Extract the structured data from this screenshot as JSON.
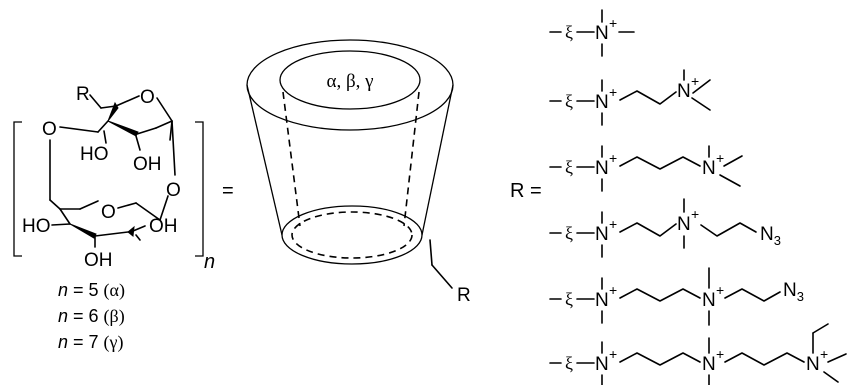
{
  "monomer": {
    "R": "R",
    "O": "O",
    "HO": "HO",
    "OH": "OH",
    "n": "n"
  },
  "n_values": [
    {
      "n": "n",
      "eq": " = 5 ",
      "sym": "(α)"
    },
    {
      "n": "n",
      "eq": " = 6 ",
      "sym": "(β)"
    },
    {
      "n": "n",
      "eq": " = 7 ",
      "sym": "(γ)"
    }
  ],
  "equals": "=",
  "cup": {
    "label": "α, β, γ",
    "R": "R"
  },
  "r_equals": "R =",
  "substituents": {
    "N": "N",
    "plus": "+",
    "N3": "N",
    "sub3": "3",
    "squiggle": "ξ"
  }
}
